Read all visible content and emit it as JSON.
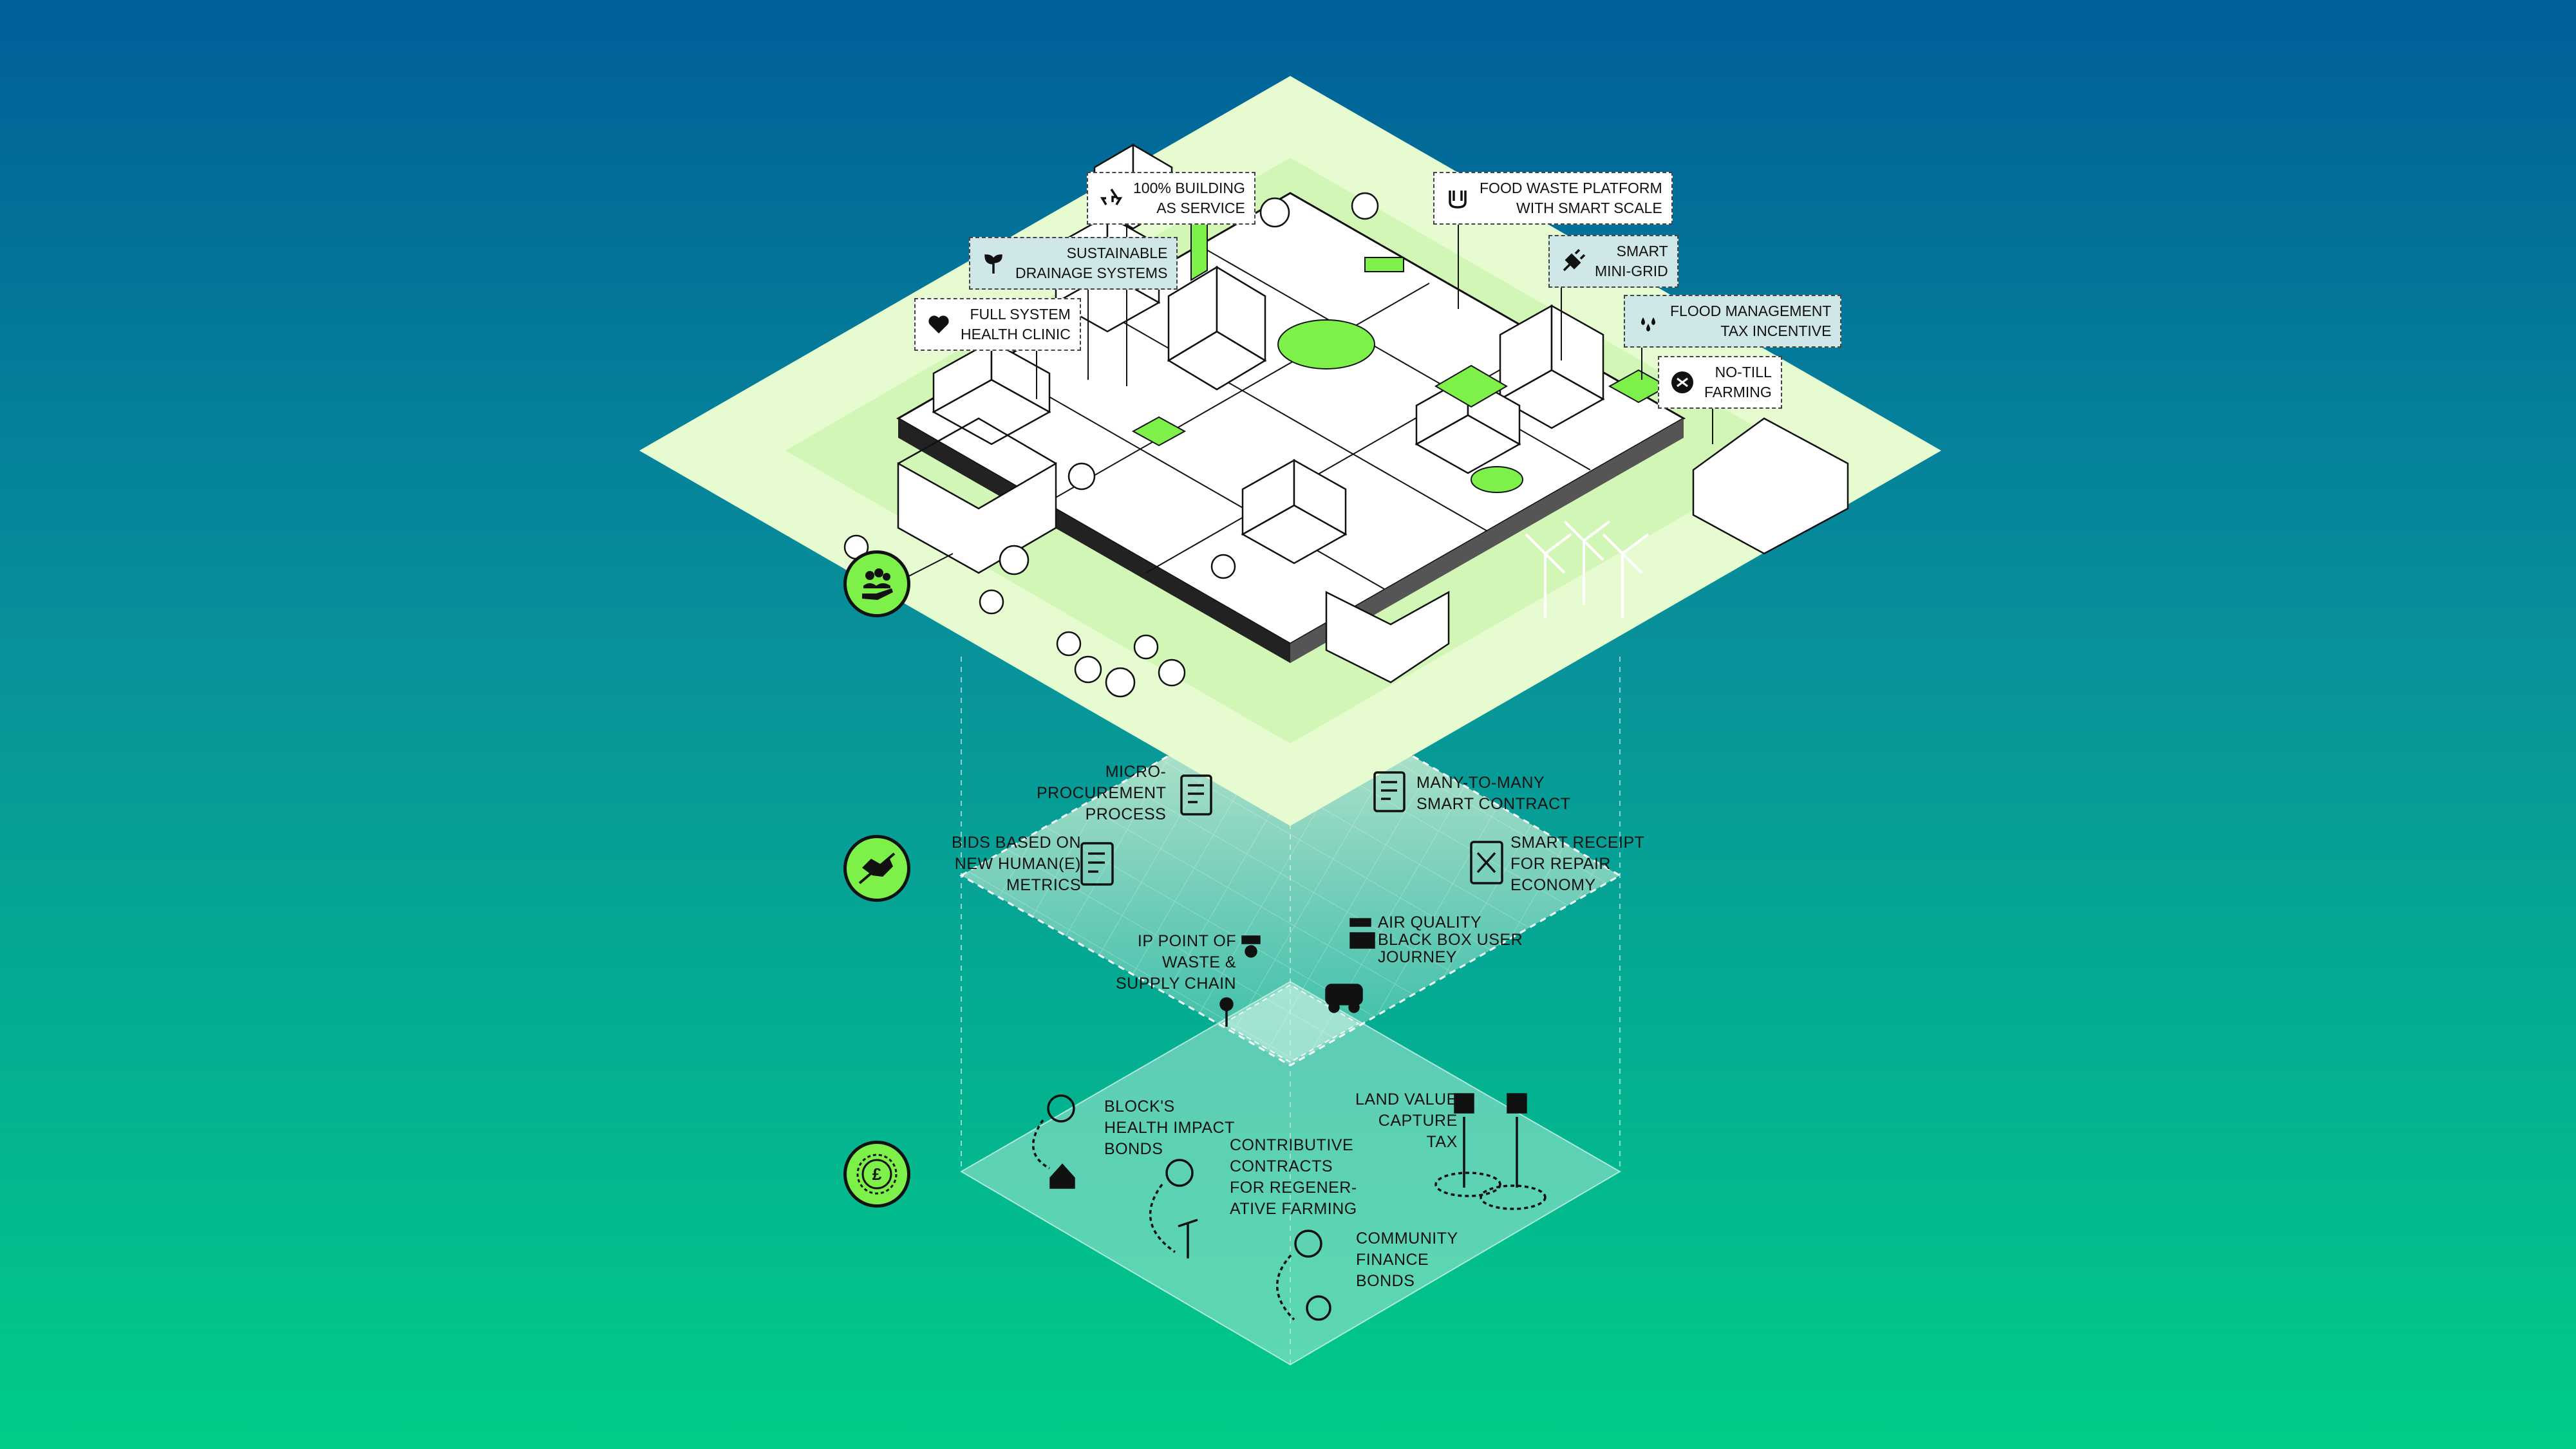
{
  "colors": {
    "bg_top": "#005f99",
    "bg_mid": "#08929a",
    "bg_bottom": "#00cc88",
    "plane_light": "#e6fbd0",
    "accent_green": "#7ef04a",
    "ink": "#111111"
  },
  "building_tags": [
    {
      "id": "building-as-service",
      "icon": "recycle-icon",
      "lines": [
        "100% BUILDING",
        "AS SERVICE"
      ],
      "highlight": false
    },
    {
      "id": "drainage",
      "icon": "sprout-icon",
      "lines": [
        "SUSTAINABLE",
        "DRAINAGE SYSTEMS"
      ],
      "highlight": true
    },
    {
      "id": "health-clinic",
      "icon": "heart-icon",
      "lines": [
        "FULL SYSTEM",
        "HEALTH CLINIC"
      ],
      "highlight": false
    },
    {
      "id": "food-waste",
      "icon": "scale-icon",
      "lines": [
        "FOOD WASTE PLATFORM",
        "WITH SMART SCALE"
      ],
      "highlight": false
    },
    {
      "id": "mini-grid",
      "icon": "plug-icon",
      "lines": [
        "SMART",
        "MINI-GRID"
      ],
      "highlight": true
    },
    {
      "id": "flood",
      "icon": "droplets-icon",
      "lines": [
        "FLOOD MANAGEMENT",
        "TAX INCENTIVE"
      ],
      "highlight": true
    },
    {
      "id": "no-till",
      "icon": "soil-icon",
      "lines": [
        "NO-TILL",
        "FARMING"
      ],
      "highlight": false
    }
  ],
  "middle_layer": {
    "items": [
      {
        "id": "micro-procurement",
        "icon": "invoice-icon",
        "lines": [
          "MICRO-",
          "PROCUREMENT",
          "PROCESS"
        ]
      },
      {
        "id": "smart-contract",
        "icon": "contract-icon",
        "lines": [
          "MANY-TO-MANY",
          "SMART CONTRACT"
        ]
      },
      {
        "id": "bids",
        "icon": "document-code-icon",
        "lines": [
          "BIDS BASED ON",
          "NEW HUMAN(E)",
          "METRICS"
        ]
      },
      {
        "id": "smart-receipt",
        "icon": "repair-receipt-icon",
        "lines": [
          "SMART RECEIPT",
          "FOR REPAIR",
          "ECONOMY"
        ]
      },
      {
        "id": "ip-waste",
        "icon": "waste-point-icon",
        "lines": [
          "IP POINT OF",
          "WASTE &",
          "SUPPLY CHAIN"
        ]
      },
      {
        "id": "air-quality",
        "icon": "sensor-icon",
        "lines": [
          "AIR QUALITY",
          "BLACK BOX USER",
          "JOURNEY"
        ]
      }
    ]
  },
  "bottom_layer": {
    "items": [
      {
        "id": "health-bonds",
        "icon": "pound-cycle-icon",
        "lines": [
          "BLOCK'S",
          "HEALTH IMPACT",
          "BONDS"
        ]
      },
      {
        "id": "regen-farming",
        "icon": "pound-cycle-icon",
        "lines": [
          "CONTRIBUTIVE",
          "CONTRACTS",
          "FOR REGENER-",
          "ATIVE FARMING"
        ]
      },
      {
        "id": "community-bonds",
        "icon": "pound-cycle-icon",
        "lines": [
          "COMMUNITY",
          "FINANCE",
          "BONDS"
        ]
      },
      {
        "id": "land-value",
        "icon": "land-value-icon",
        "lines": [
          "LAND VALUE",
          "CAPTURE",
          "TAX"
        ]
      }
    ]
  },
  "badges": [
    {
      "id": "community",
      "icon": "community-hand-icon"
    },
    {
      "id": "procurement",
      "icon": "handshake-icon"
    },
    {
      "id": "finance",
      "icon": "pound-coin-icon"
    }
  ]
}
